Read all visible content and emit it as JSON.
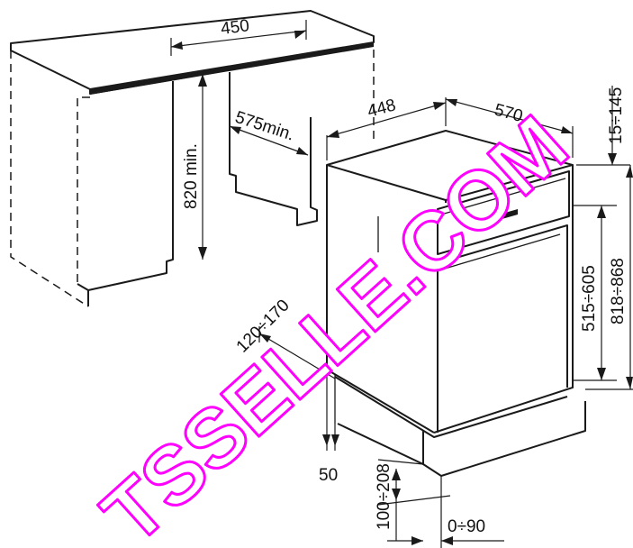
{
  "dimensions": {
    "cabinet_width": "450",
    "cabinet_depth": "575min.",
    "cabinet_height": "820 min.",
    "unit_width": "448",
    "unit_depth": "570",
    "top_gap": "15÷145",
    "panel_height": "515÷605",
    "total_height": "818÷868",
    "plinth_recess": "120÷170",
    "plinth_offset": "50",
    "plinth_height": "100÷208",
    "foot_adjust": "0÷90"
  },
  "watermark": "TSSELLE.COM",
  "colors": {
    "line": "#1a1a1a",
    "watermark_outline": "#ff00ff",
    "background": "#ffffff"
  }
}
